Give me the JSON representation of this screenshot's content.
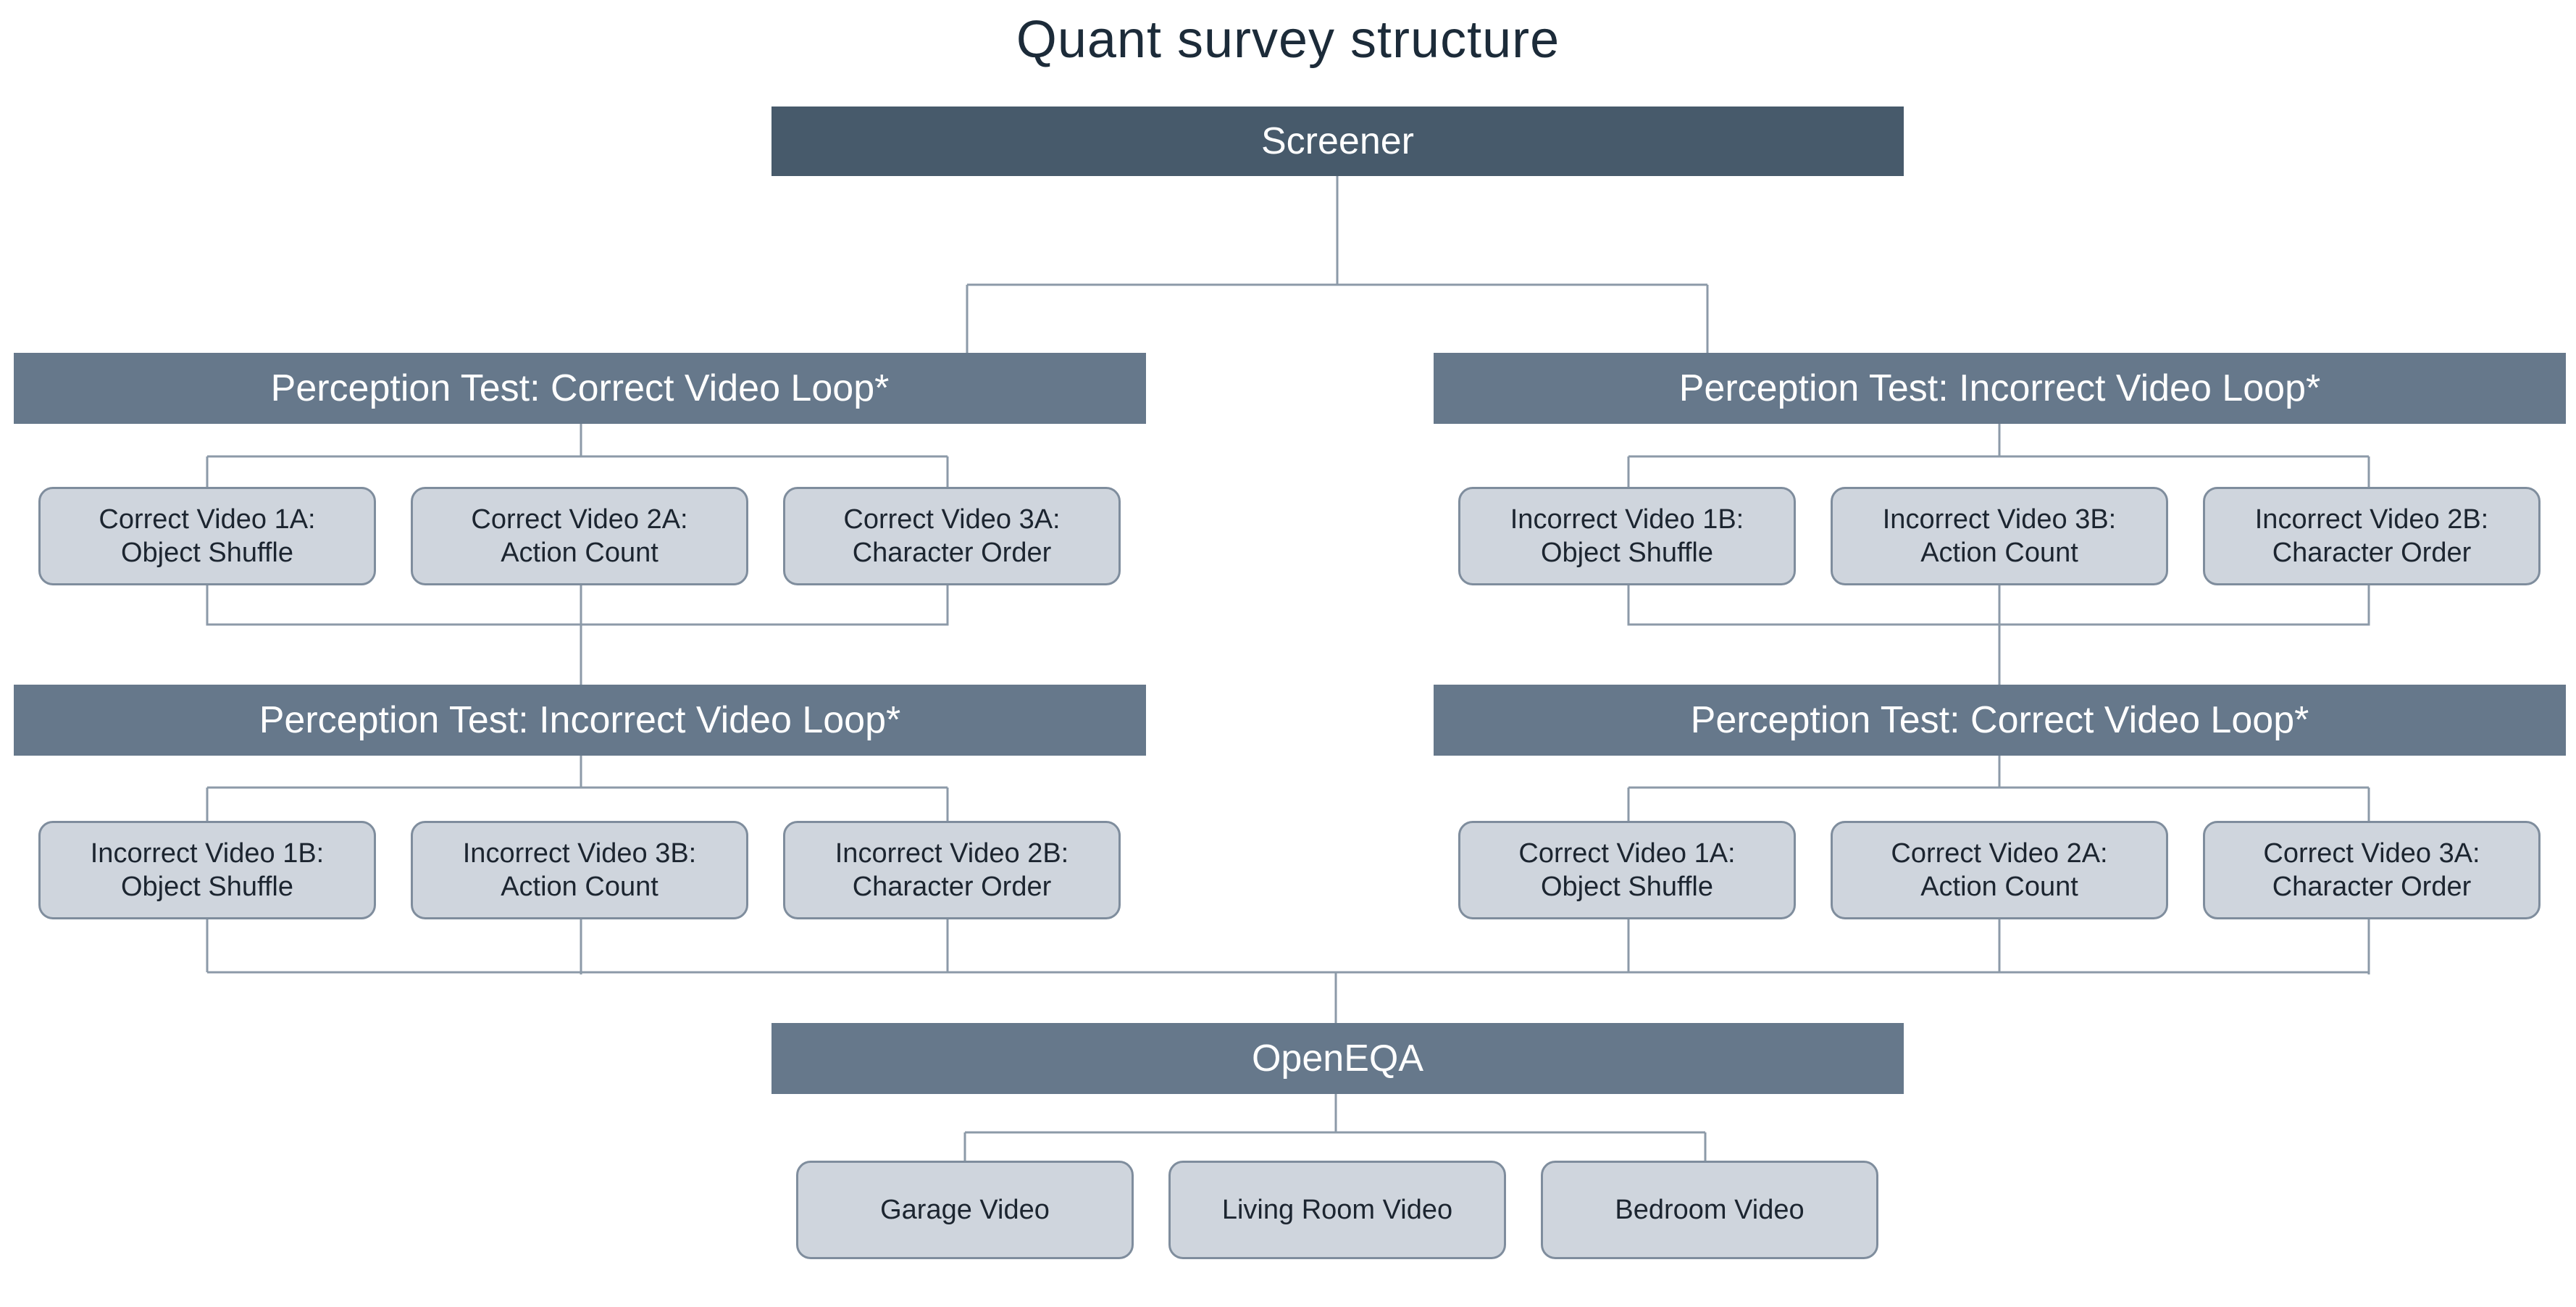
{
  "title": "Quant survey structure",
  "screener": "Screener",
  "left": {
    "loop1": "Perception Test: Correct Video Loop*",
    "loop1_items": [
      {
        "line1": "Correct Video 1A:",
        "line2": "Object Shuffle"
      },
      {
        "line1": "Correct Video 2A:",
        "line2": "Action Count"
      },
      {
        "line1": "Correct Video 3A:",
        "line2": "Character Order"
      }
    ],
    "loop2": "Perception Test: Incorrect Video Loop*",
    "loop2_items": [
      {
        "line1": "Incorrect Video 1B:",
        "line2": "Object Shuffle"
      },
      {
        "line1": "Incorrect Video 3B:",
        "line2": "Action Count"
      },
      {
        "line1": "Incorrect Video 2B:",
        "line2": "Character Order"
      }
    ]
  },
  "right": {
    "loop1": "Perception Test: Incorrect Video Loop*",
    "loop1_items": [
      {
        "line1": "Incorrect Video 1B:",
        "line2": "Object Shuffle"
      },
      {
        "line1": "Incorrect Video 3B:",
        "line2": "Action Count"
      },
      {
        "line1": "Incorrect Video 2B:",
        "line2": "Character Order"
      }
    ],
    "loop2": "Perception Test: Correct Video Loop*",
    "loop2_items": [
      {
        "line1": "Correct Video 1A:",
        "line2": "Object Shuffle"
      },
      {
        "line1": "Correct Video 2A:",
        "line2": "Action Count"
      },
      {
        "line1": "Correct Video 3A:",
        "line2": "Character Order"
      }
    ]
  },
  "openeqa": "OpenEQA",
  "openeqa_items": [
    "Garage Video",
    "Living Room Video",
    "Bedroom Video"
  ]
}
